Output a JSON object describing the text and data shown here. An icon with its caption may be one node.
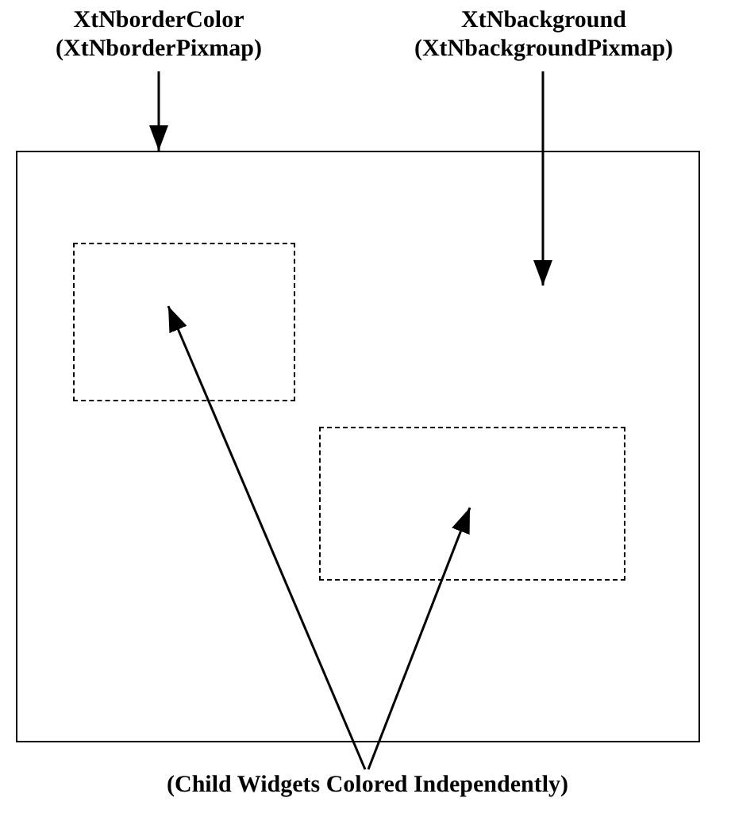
{
  "diagram": {
    "nodes": [
      {
        "text": [
          "XtNborderColor (XtNborderPixmap)"
        ]
      },
      {
        "text": [
          "XtNbackground (XtNbackgroundPixmap)"
        ]
      },
      {
        "text": [],
        "shape": "box"
      },
      {
        "text": [],
        "shape": "box",
        "in": 2
      },
      {
        "text": [],
        "shape": "box",
        "in": 2
      },
      {
        "text": [
          "(Child Widgets Colored Independently)"
        ]
      }
    ],
    "edges": [
      {
        "from": 0,
        "to": 2,
        "arrow": "to"
      },
      {
        "from": 1,
        "to": null,
        "arrow": "to"
      },
      {
        "from": 5,
        "to": 3,
        "arrow": "to"
      },
      {
        "from": 5,
        "to": 4,
        "arrow": "to"
      }
    ]
  }
}
